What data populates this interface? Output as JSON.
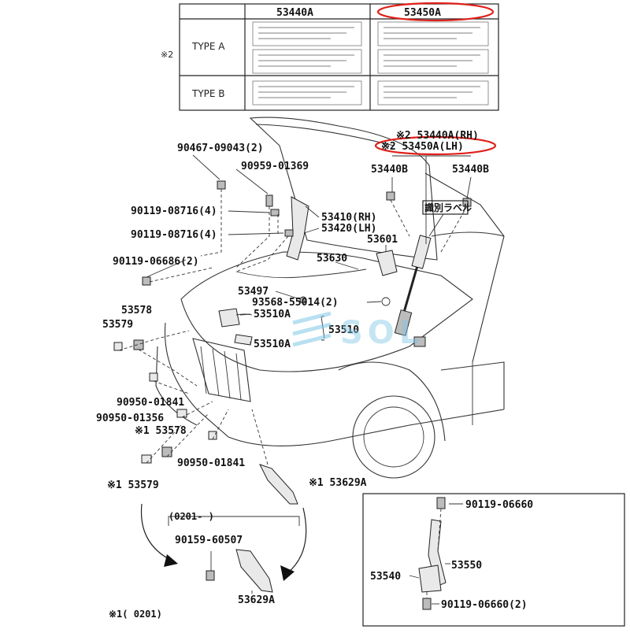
{
  "table": {
    "note_ref": "※2",
    "col_a": "53440A",
    "col_b": "53450A",
    "row_type_a": "TYPE A",
    "row_type_b": "TYPE B"
  },
  "callouts": {
    "rh_spec": "※2 53440A(RH)",
    "lh_spec": "※2 53450A(LH)",
    "p53440b_left": "53440B",
    "p53440b_right": "53440B",
    "label_tag": "識別ラベル",
    "p90467": "90467-09043(2)",
    "p90959": "90959-01369",
    "p90119_08716_a": "90119-08716(4)",
    "p90119_08716_b": "90119-08716(4)",
    "p90119_06686": "90119-06686(2)",
    "p53410": "53410(RH)",
    "p53420": "53420(LH)",
    "p53601": "53601",
    "p53630": "53630",
    "p53497": "53497",
    "p93568": "93568-55014(2)",
    "p53510a_top": "53510A",
    "p53510": "53510",
    "p53510a_bottom": "53510A",
    "p53578": "53578",
    "p53579": "53579",
    "p90950_01841_a": "90950-01841",
    "p90950_01356": "90950-01356",
    "p53578_note": "※1 53578",
    "p90950_01841_b": "90950-01841",
    "p53579_note": "※1 53579",
    "p53629a_note": "※1 53629A",
    "date_range": "(0201-       )",
    "p90159": "90159-60507",
    "p53629a": "53629A",
    "footnote": "※1(      0201)"
  },
  "inset": {
    "p90119_06660_top": "90119-06660",
    "p53550": "53550",
    "p53540": "53540",
    "p90119_06660_bottom": "90119-06660(2)"
  },
  "watermark": {
    "text": "SOL"
  },
  "colors": {
    "highlight": "#e0201a",
    "watermark": "#7fc6e6"
  }
}
